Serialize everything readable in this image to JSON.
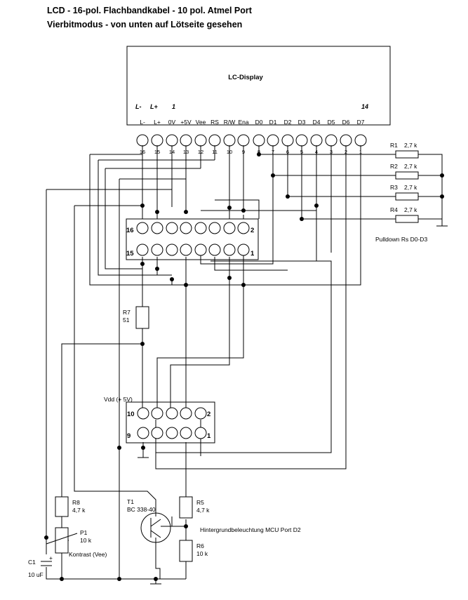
{
  "title_line1": "LCD - 16-pol. Flachbandkabel - 10 pol. Atmel Port",
  "title_line2": "Vierbitmodus - von unten auf Lötseite gesehen",
  "display": {
    "label": "LC-Display",
    "top_labels": [
      "L-",
      "L+",
      "1",
      "14"
    ],
    "pin_names": [
      "L-",
      "L+",
      "0V",
      "+5V",
      "Vee",
      "RS",
      "R/W",
      "Ena",
      "D0",
      "D1",
      "D2",
      "D3",
      "D4",
      "D5",
      "D6",
      "D7"
    ],
    "pin_numbers": [
      "16",
      "15",
      "14",
      "13",
      "12",
      "11",
      "10",
      "9",
      "8",
      "7",
      "6",
      "5",
      "4",
      "3",
      "2",
      "1"
    ]
  },
  "connector16": {
    "label_top_left": "16",
    "label_top_right": "2",
    "label_bottom_left": "15",
    "label_bottom_right": "1"
  },
  "connector10": {
    "vdd_label": "Vdd (+ 5V)",
    "label_top_left": "10",
    "label_top_right": "2",
    "label_bottom_left": "9",
    "label_bottom_right": "1"
  },
  "resistors": {
    "r1": {
      "name": "R1",
      "value": "2,7 k"
    },
    "r2": {
      "name": "R2",
      "value": "2,7 k"
    },
    "r3": {
      "name": "R3",
      "value": "2,7 k"
    },
    "r4": {
      "name": "R4",
      "value": "2,7 k"
    },
    "r7": {
      "name": "R7",
      "value": "51"
    },
    "r8": {
      "name": "R8",
      "value": "4,7 k"
    },
    "r5": {
      "name": "R5",
      "value": "4,7 k"
    },
    "r6": {
      "name": "R6",
      "value": "10 k"
    }
  },
  "pulldown_label": "Pulldown Rs D0-D3",
  "transistor": {
    "name": "T1",
    "type": "BC 338-40"
  },
  "pot": {
    "name": "P1",
    "value": "10 k",
    "desc": "Kontrast (Vee)"
  },
  "capacitor": {
    "name": "C1",
    "value": "10 uF",
    "polarity": "+"
  },
  "backlight_label": "Hintergrundbeleuchtung MCU Port D2"
}
